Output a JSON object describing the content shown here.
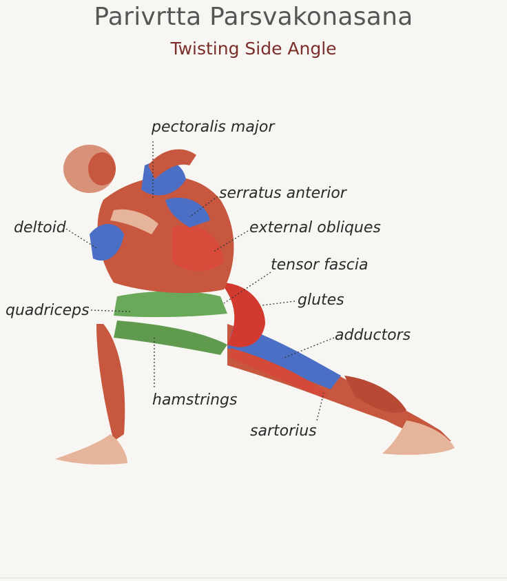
{
  "header": {
    "title": "Parivrtta Parsvakonasana",
    "subtitle": "Twisting Side Angle"
  },
  "labels": {
    "pectoralis_major": "pectoralis major",
    "serratus_anterior": "serratus anterior",
    "deltoid": "deltoid",
    "external_obliques": "external obliques",
    "tensor_fascia": "tensor fascia",
    "glutes": "glutes",
    "quadriceps": "quadriceps",
    "adductors": "adductors",
    "hamstrings": "hamstrings",
    "sartorius": "sartorius"
  },
  "colors": {
    "muscle_red": "#c8573f",
    "muscle_blue": "#4a6fc4",
    "muscle_green": "#6aa85a",
    "skin": "#e6b49a",
    "title": "#555555",
    "subtitle": "#7a2e2a"
  }
}
